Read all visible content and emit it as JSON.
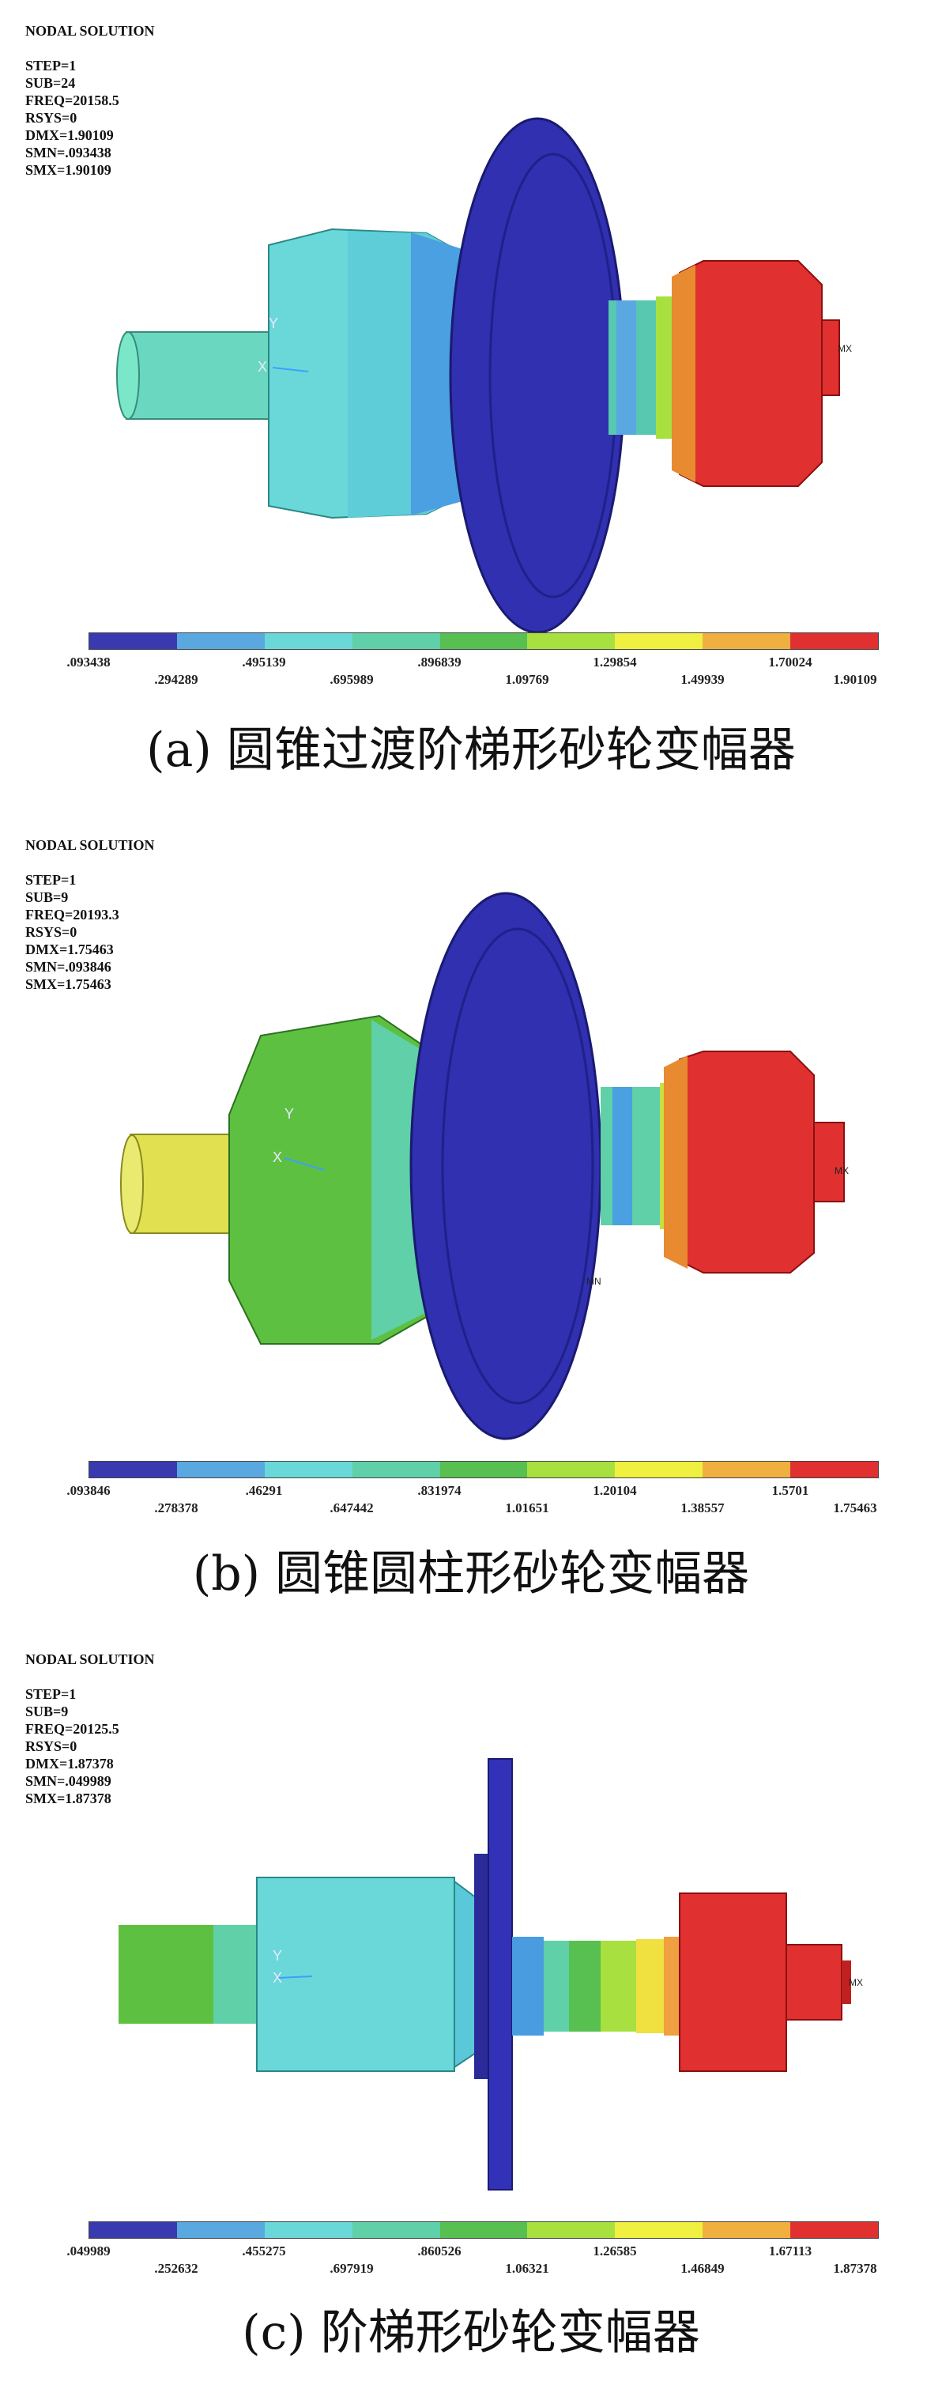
{
  "legend_colors": [
    "#3a3ab0",
    "#5aa8e0",
    "#6ad8d8",
    "#5fd0a8",
    "#58c050",
    "#a8e040",
    "#f0f040",
    "#f0b040",
    "#e03030"
  ],
  "panels": [
    {
      "info": {
        "title": "NODAL  SOLUTION",
        "step": "STEP=1",
        "sub": "SUB=24",
        "freq": "FREQ=20158.5",
        "rsys": "RSYS=0",
        "dmx": "DMX=1.90109",
        "smn": "SMN=.093438",
        "smx": "SMX=1.90109"
      },
      "ticks_top": [
        ".093438",
        ".495139",
        ".896839",
        "1.29854",
        "1.70024"
      ],
      "ticks_bottom": [
        ".294289",
        ".695989",
        "1.09769",
        "1.49939",
        "1.90109"
      ],
      "caption": "(a)  圆锥过渡阶梯形砂轮变幅器",
      "axis": {
        "y": "Y",
        "x": "X",
        "mx": "MX"
      }
    },
    {
      "info": {
        "title": "NODAL  SOLUTION",
        "step": "STEP=1",
        "sub": "SUB=9",
        "freq": "FREQ=20193.3",
        "rsys": "RSYS=0",
        "dmx": "DMX=1.75463",
        "smn": "SMN=.093846",
        "smx": "SMX=1.75463"
      },
      "ticks_top": [
        ".093846",
        ".46291",
        ".831974",
        "1.20104",
        "1.5701"
      ],
      "ticks_bottom": [
        ".278378",
        ".647442",
        "1.01651",
        "1.38557",
        "1.75463"
      ],
      "caption": "(b)  圆锥圆柱形砂轮变幅器",
      "axis": {
        "y": "Y",
        "x": "X",
        "mx": "MX",
        "mn": "MN"
      }
    },
    {
      "info": {
        "title": "NODAL  SOLUTION",
        "step": "STEP=1",
        "sub": "SUB=9",
        "freq": "FREQ=20125.5",
        "rsys": "RSYS=0",
        "dmx": "DMX=1.87378",
        "smn": "SMN=.049989",
        "smx": "SMX=1.87378"
      },
      "ticks_top": [
        ".049989",
        ".455275",
        ".860526",
        "1.26585",
        "1.67113"
      ],
      "ticks_bottom": [
        ".252632",
        ".697919",
        "1.06321",
        "1.46849",
        "1.87378"
      ],
      "caption": "(c)  阶梯形砂轮变幅器",
      "axis": {
        "y": "Y",
        "x": "X",
        "mx": "MX"
      }
    }
  ]
}
